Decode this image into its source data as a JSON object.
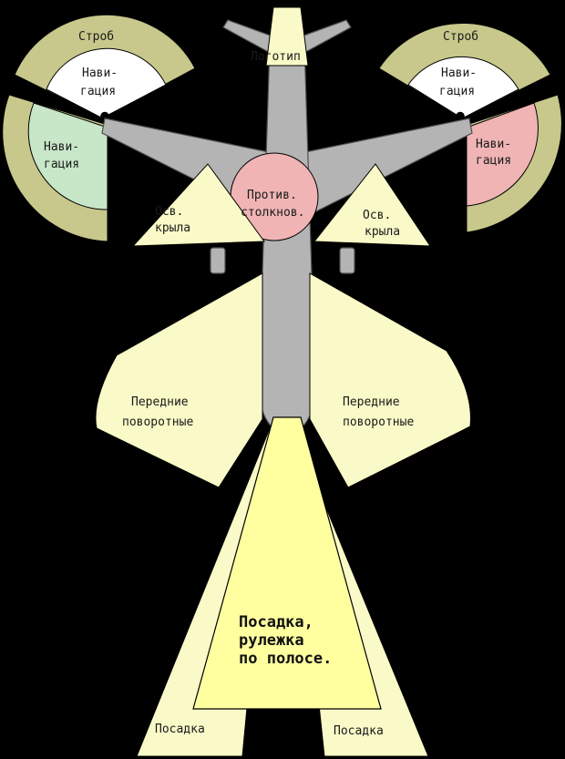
{
  "labels": {
    "logo": "Логотип",
    "strobe_left": "Строб",
    "strobe_right": "Строб",
    "nav_left_top_1": "Нави-",
    "nav_left_top_2": "гация",
    "nav_right_top_1": "Нави-",
    "nav_right_top_2": "гация",
    "nav_left_side_1": "Нави-",
    "nav_left_side_2": "гация",
    "nav_right_side_1": "Нави-",
    "nav_right_side_2": "гация",
    "anticollision_1": "Против.",
    "anticollision_2": "столкнов.",
    "wing_left_1": "Осв.",
    "wing_left_2": "крыла",
    "wing_right_1": "Осв.",
    "wing_right_2": "крыла",
    "turnoff_left_1": "Передние",
    "turnoff_left_2": "поворотные",
    "turnoff_right_1": "Передние",
    "turnoff_right_2": "поворотные",
    "landing_taxi_1": "Посадка,",
    "landing_taxi_2": "рулежка",
    "landing_taxi_3": "по полосе.",
    "landing_left": "Посадка",
    "landing_right": "Посадка"
  },
  "colors": {
    "background": "#000000",
    "strobe_ring": "#c8c88c",
    "nav_white": "#ffffff",
    "nav_green": "#c8e6c8",
    "nav_red": "#f0b4b4",
    "anticollision": "#f0b4b4",
    "light_beam": "#fafac8",
    "beam_bright": "#ffffa0",
    "aircraft": "#b4b4b4"
  }
}
